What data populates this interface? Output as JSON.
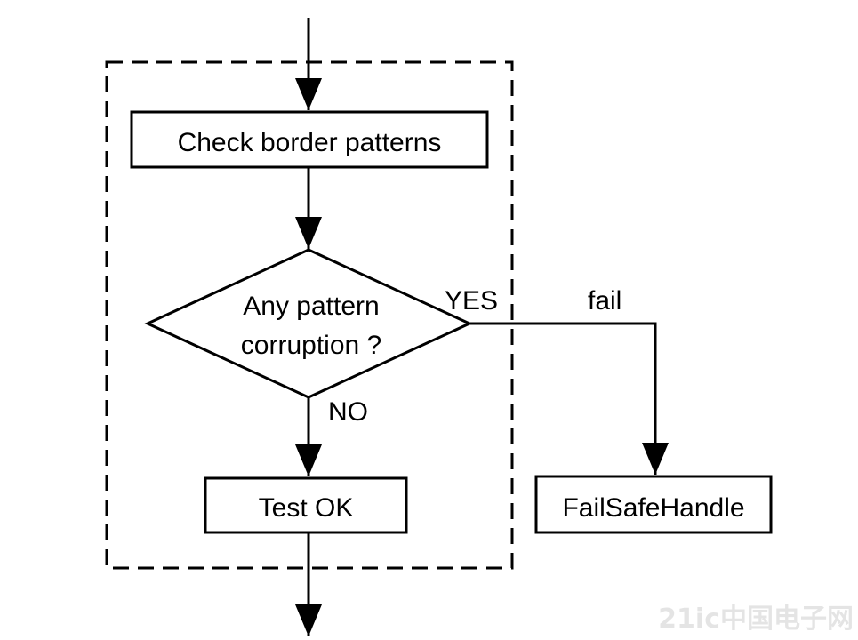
{
  "diagram": {
    "nodes": {
      "check": {
        "label": "Check border patterns"
      },
      "decision": {
        "line1": "Any pattern",
        "line2": "corruption ?"
      },
      "test_ok": {
        "label": "Test OK"
      },
      "failsafe": {
        "label": "FailSafeHandle"
      }
    },
    "edges": {
      "yes": {
        "label": "YES"
      },
      "fail": {
        "label": "fail"
      },
      "no": {
        "label": "NO"
      }
    },
    "watermark": {
      "text": "21ic中国电子网"
    },
    "colors": {
      "stroke": "#000000",
      "fill": "#ffffff",
      "watermark": "#d6d6d6"
    }
  }
}
